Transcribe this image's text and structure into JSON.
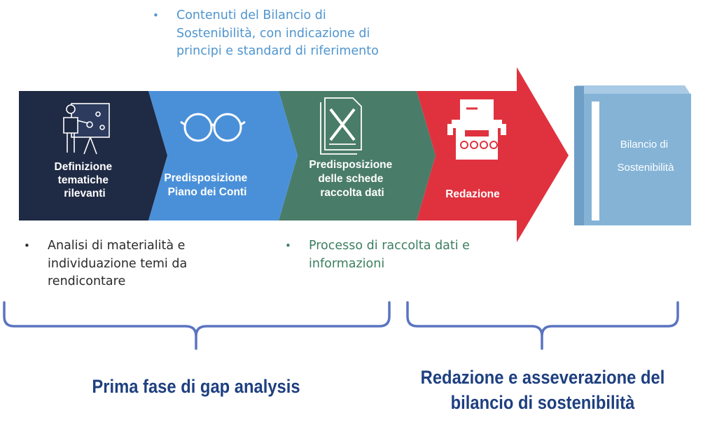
{
  "steps": [
    {
      "label_lines": [
        "Definizione",
        "tematiche",
        "rilevanti"
      ],
      "color": "#1f2a44",
      "icon": "presenter-icon"
    },
    {
      "label_lines": [
        "Predisposizione",
        "Piano dei Conti"
      ],
      "color": "#4a90d9",
      "icon": "glasses-icon"
    },
    {
      "label_lines": [
        "Predisposizione",
        "delle schede",
        "raccolta dati"
      ],
      "color": "#4a7c6a",
      "icon": "document-tools-icon"
    },
    {
      "label_lines": [
        "Redazione"
      ],
      "color": "#e0323e",
      "icon": "typewriter-icon"
    }
  ],
  "book": {
    "label_lines": [
      "Bilancio di",
      "Sostenibilità"
    ],
    "color": "#84b3d6",
    "icon": "book-icon"
  },
  "notes": {
    "top": "Contenuti del Bilancio di Sostenibilità, con indicazione di principi e standard di riferimento",
    "left": "Analisi di materialità e individuazione temi da rendicontare",
    "middle": "Processo di raccolta dati e informazioni",
    "bullet": "•"
  },
  "phases": {
    "left": "Prima fase di gap analysis",
    "right": "Redazione e asseverazione del bilancio di sostenibilità"
  },
  "colors": {
    "brace": "#5a74c0",
    "phase_text": "#1e3f80",
    "note_top": "#4f95cf",
    "note_middle": "#3c7e60"
  }
}
